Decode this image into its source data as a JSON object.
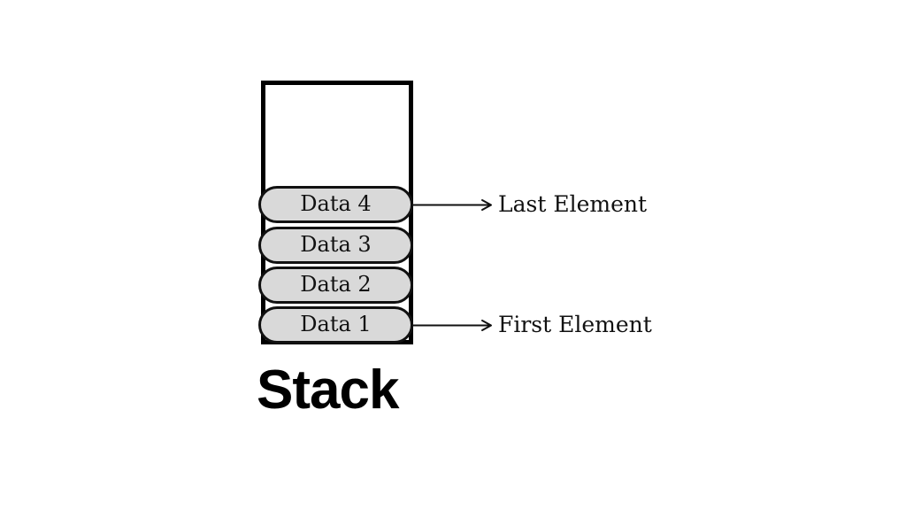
{
  "diagram": {
    "title": "Stack",
    "items": [
      {
        "label": "Data 4"
      },
      {
        "label": "Data 3"
      },
      {
        "label": "Data 2"
      },
      {
        "label": "Data 1"
      }
    ],
    "annotations": [
      {
        "label": "Last Element",
        "points_from": "Data 4"
      },
      {
        "label": "First Element",
        "points_from": "Data 1"
      }
    ],
    "colors": {
      "background": "#ffffff",
      "outline": "#000000",
      "item_fill": "#d9d9d9",
      "text": "#111111"
    }
  }
}
